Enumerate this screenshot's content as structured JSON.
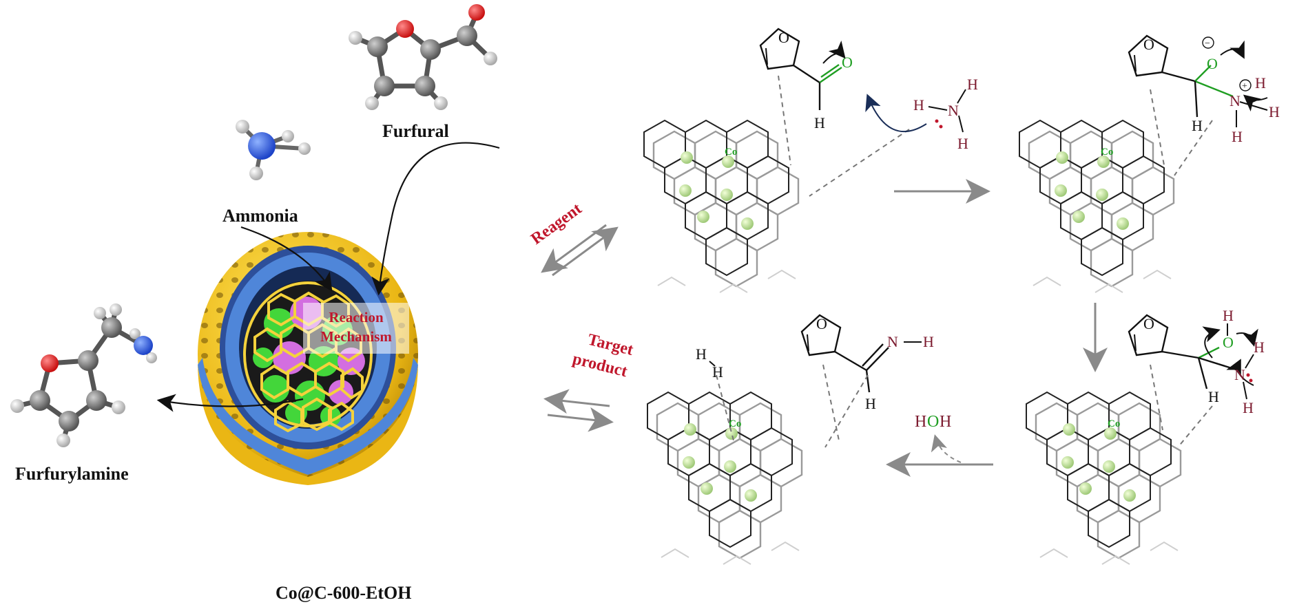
{
  "labels": {
    "furfural": "Furfural",
    "ammonia": "Ammonia",
    "furfurylamine": "Furfurylamine",
    "catalyst": "Co@C-600-EtOH",
    "reaction_mechanism": [
      "Reaction",
      "Mechanism"
    ],
    "reagent": "Reagent",
    "target_product": [
      "Target",
      "product"
    ],
    "cobalt": "Co",
    "water": {
      "h1": "H",
      "o": "O",
      "h2": "H"
    }
  },
  "atoms": {
    "O": "O",
    "H": "H",
    "N": "N",
    "minus": "−",
    "plus": "+"
  },
  "colors": {
    "red_text": "#c0172c",
    "green_text": "#1f9e22",
    "shell_yellow": "#f2c21c",
    "shell_blue": "#4f86d9",
    "cage_yellow": "#f4d23c",
    "cobalt_green": "#43d63a",
    "cobalt_magenta": "#d36ee0",
    "arrow_gray": "#8a8a8a"
  },
  "icons": [
    "furfural-molecule-icon",
    "ammonia-molecule-icon",
    "furfurylamine-molecule-icon",
    "catalyst-nanosphere-icon"
  ]
}
